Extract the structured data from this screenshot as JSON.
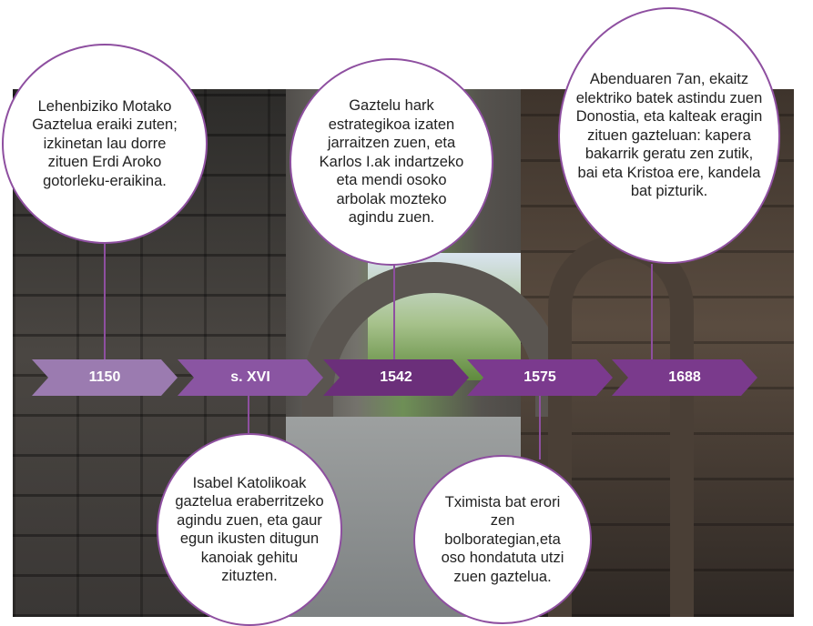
{
  "colors": {
    "arrow_1150": "#9b7bb0",
    "arrow_xvi": "#8a55a2",
    "arrow_1542": "#6b2f7a",
    "arrow_1575": "#7b3a8e",
    "arrow_1688": "#7a3a8c",
    "connector": "#8e4fa0"
  },
  "timeline": [
    {
      "label": "1150"
    },
    {
      "label": "s. XVI"
    },
    {
      "label": "1542"
    },
    {
      "label": "1575"
    },
    {
      "label": "1688"
    }
  ],
  "events": {
    "1150": "Lehenbiziko Motako Gaztelua eraiki zuten; izkinetan lau dorre zituen Erdi Aroko gotorleku-eraikina.",
    "xvi": "Isabel Katolikoak gaztelua eraberritzeko agindu zuen, eta gaur egun ikusten ditugun kanoiak gehitu zituzten.",
    "1542": "Gaztelu hark estrategikoa izaten jarraitzen zuen, eta Karlos I.ak indartzeko eta mendi osoko arbolak mozteko agindu zuen.",
    "1575": "Tximista bat erori zen bolborategian,eta oso hondatuta utzi zuen gaztelua.",
    "1688": "Abenduaren 7an, ekaitz elektriko batek astindu zuen Donostia, eta kalteak eragin zituen gazteluan: kapera bakarrik geratu zen zutik, bai eta Kristoa ere, kandela bat pizturik."
  }
}
